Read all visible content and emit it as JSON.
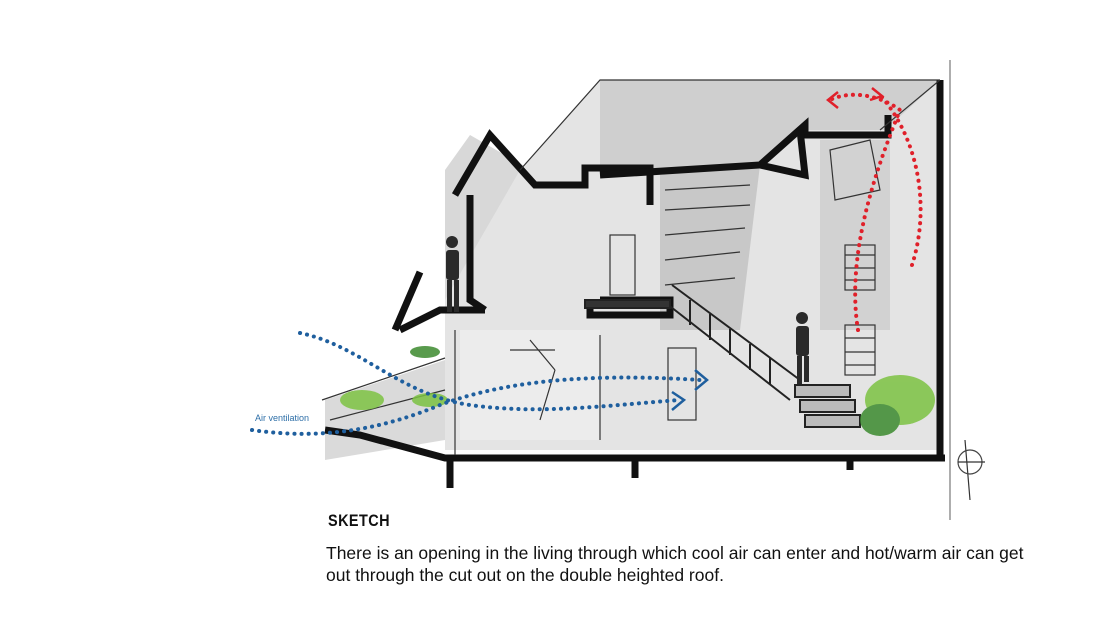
{
  "diagram": {
    "air_label": "Air ventilation",
    "colors": {
      "cool_air": "#1f5f9e",
      "hot_air": "#e0202a",
      "walls": "#111111",
      "interior": "#dcdcdc",
      "vegetation": "#7cc242"
    }
  },
  "caption": {
    "title": "SKETCH",
    "body": "There is an opening in the living through which cool air can enter and hot/warm air can get out through the cut out on the double heighted roof."
  }
}
